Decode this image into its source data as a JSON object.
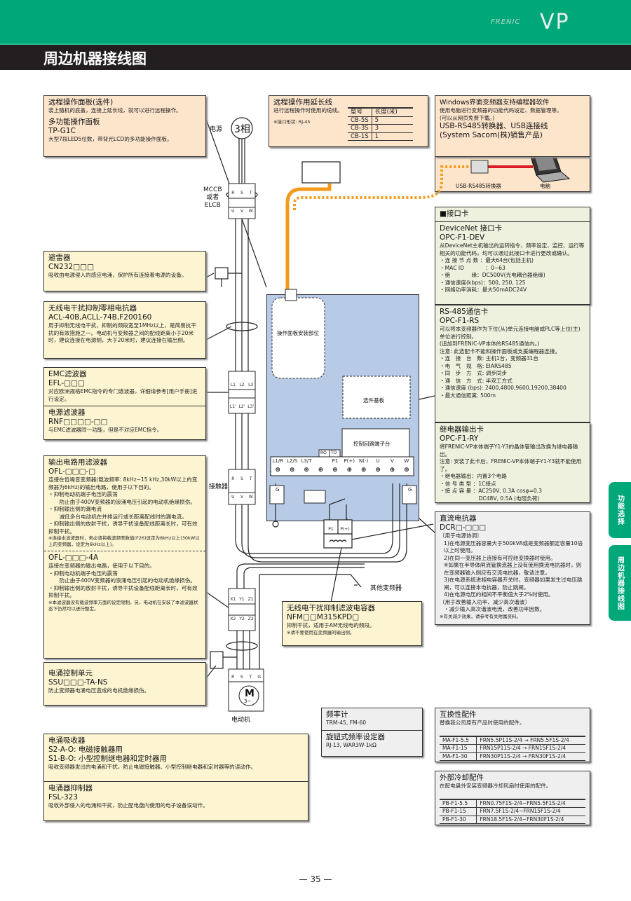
{
  "header": {
    "brand_small": "FRENIC",
    "brand_big": "VP",
    "title": "周边机器接线图",
    "accent_color": "#00a779"
  },
  "diagram": {
    "power_label": "电源",
    "phase_label": "3相",
    "mccb_label": [
      "MCCB",
      "或者",
      "ELCB"
    ],
    "contactor_label": "接触器",
    "mount_label": "操作面板安装部位",
    "option_board_label": "选件基板",
    "control_terminal_label": "控制回路端子台",
    "ro_label": "RO",
    "to_label": "TO",
    "main_terminals": [
      "L1/R",
      "L2/S",
      "L3/T",
      "",
      "P1",
      "P(+)",
      "N(-)",
      "U",
      "V",
      "W"
    ],
    "ground_label": "G",
    "rst_labels": [
      "R",
      "S",
      "T"
    ],
    "uvw_labels": [
      "U",
      "V",
      "W"
    ],
    "l_labels": [
      "L1",
      "L2",
      "L3"
    ],
    "l_out_labels": [
      "L1'",
      "L2'",
      "L3'"
    ],
    "xyz1_labels": [
      "X1",
      "Y1",
      "Z1"
    ],
    "xyz2_labels": [
      "X2",
      "Y2",
      "Z2"
    ],
    "motor_terminals": [
      "R",
      "S",
      "T",
      "G"
    ],
    "dcr_terminals": [
      "P1",
      "P(+)"
    ],
    "motor_symbol": "M",
    "motor_phase": "3~",
    "motor_label": "电动机",
    "other_inverter_label": "其他变频器",
    "usb_converter_label": "USB-RS485转换器",
    "pc_label": "电脑"
  },
  "boxes": {
    "remote_panel": {
      "title": "远程操作面板(选件)",
      "desc": "装上随机的底盖，连接上延长线，就可以进行远程操作。",
      "title2": "多功能操作面板",
      "model2": "TP-G1C",
      "desc2": "大型7段LED5位数，带背光LCD的多功能操作面板。"
    },
    "extension_cable": {
      "title": "远程操作用延长线",
      "desc": "进行远程操作时使用的缆线。",
      "note": "※接口形状: RJ-45",
      "headers": [
        "型号",
        "长度(米)"
      ],
      "rows": [
        [
          "CB-5S",
          "5"
        ],
        [
          "CB-3S",
          "3"
        ],
        [
          "CB-1S",
          "1"
        ]
      ]
    },
    "software": {
      "title": "Windows界面变频器支持编程器软件",
      "desc": "使用电脑进行变频器的功能代码设定、数据管理等。",
      "desc2": "(可以从网页免费下载。)",
      "title2": "USB-RS485转换器、USB连接线",
      "title3": "(System Sacom(株)销售产品)"
    },
    "interface_card": {
      "section": "■接口卡",
      "title": "DeviceNet 接口卡",
      "model": "OPC-F1-DEV",
      "desc": "从DeviceNet主机输出的运转指令、频率设定、监控、运行等相关的功能代码，均可以通过此接口卡进行更改或确认。",
      "specs": [
        "・连 接 节 点 数 ：最大64台(包括主机)",
        "・MAC ID　　　　：0~63",
        "・绝　　　　缘：DC500V(光电耦合器绝缘)",
        "・通信速度(kbps)：500, 250, 125",
        "・网络功率消耗：最大50mADC24V"
      ]
    },
    "rs485_card": {
      "title": "RS-485通信卡",
      "model": "OPC-F1-RS",
      "desc": "可以将本变频器作为下位(从)单元连接电脑或PLC等上位(主)单位进行控制。",
      "desc2": "(追加到FRENIC-VP本体的RS485通信内。)",
      "note": "注意: 此选配卡不能和操作面板或支援编程器连接。",
      "specs": [
        "・连　接　台　数: 主机1台，变频器31台",
        "・电　气　规　格: EIARS485",
        "・同　步　方　式: 调步同步",
        "・通　信　方　式: 半双工方式",
        "・通信速度 (bps): 2400,4800,9600,19200,38400",
        "・最大通信距离: 500m"
      ]
    },
    "relay_card": {
      "title": "继电器输出卡",
      "model": "OPC-F1-RY",
      "desc": "将FRENIC-VP本体端子Y1-Y3的晶体管输出改换为继电器输出。",
      "note": "注意: 安装了此卡后，FRENIC-VP本体端子Y1-Y3就不能使用了。",
      "specs": [
        "・继电器输出：内置3个电路",
        "・信 号 类 型 ：1C接点",
        "・接 点 容 量 ：AC250V, 0.3A cosφ=0.3",
        "　　　　　　　 DC48V, 0.5A (电阻负荷)"
      ]
    },
    "dc_reactor": {
      "title": "直流电抗器",
      "model": "DCR□-□□□",
      "items": [
        "〔用于电源协调〕",
        "1)在电源变压器容量大于500kVA或是变频器额定容量10倍以上时使用。",
        "2)在同一变压器上连接有可控硅变换器时使用。",
        "※如果在半导体闸流管换流器上没有使用换流电抗器时，则在变频器输入侧应有交流电抗器，敬请注意。",
        "3)在电源系统进相电容器开关时，变频器如果发生过电压跳闸，可以连接本电抗器，防止跳闸。",
        "4)在电源电压的相间不平衡值大于2%时使用。",
        "〔用于改善输入功率、减少高次谐波〕",
        "・减少输入高次谐波电流，改善功率因数。"
      ],
      "note": "※有关减少效果，请参考有关附属资料。"
    },
    "lightning": {
      "title": "避雷器",
      "model": "CN232□□□",
      "desc": "吸收由电源侵入的感应电涌，保护所有连接着电源的设备。"
    },
    "zero_phase": {
      "title": "无线电干扰抑制零相电抗器",
      "model": "ACL-40B,ACLL-74B,F200160",
      "desc": "用于抑制无线电干扰，抑制的频段宽至1MHz以上，是简易抗干扰的有效措施之一。电动机与变频器之间的配线距离小于20米时，建议连接在电源侧，大于20米时，建议连接在输出侧。"
    },
    "emc_filter": {
      "title": "EMC滤波器",
      "model": "EFL-□□□",
      "desc": "对应欧洲规格EMC指令的专门滤波器，详细请参考[用户手册]进行设定。",
      "title2": "电源滤波器",
      "model2": "RNF□□□□-□□",
      "desc2": "与EMC滤波器同一功能，但是不对应EMC指令。"
    },
    "output_filter": {
      "title": "输出电路用滤波器",
      "model": "OFL-□□□-□",
      "desc": "连接在低噪音变频器(载波频率: 8kHz~15 kHz,30kW以上的变频器为6kHz)的输出电路，使用于以下目的。",
      "items": [
        "・抑制电动机端子电压的震荡",
        "　防止由于400V变频器的浪涌电压引起的电动机绝缘损伤。",
        "・抑制输出侧的漏电流",
        "　减低多台电动机在并排运行或长距离配线时的漏电流。",
        "・抑制输出侧的放射干扰，诱导干扰设备配线距离长时，可有效抑制干扰。"
      ],
      "note": "※连接本滤波器时，务必请将载波频率数值(F26)设定为8kHz以上(30kW以上的变频器，设定为6kHz以上)。",
      "model2": "OFL-□□□-4A",
      "desc2": "连接在变频器的输出电路，使用于以下目的。",
      "items2": [
        "・抑制电动机端子电压的震荡",
        "　防止由于400V变频器的浪涌电压引起的电动机绝缘损伤。",
        "・抑制输出侧的放射干扰，诱导干扰设备配线距离长时，可有效抑制干扰。"
      ],
      "note2": "※本滤波器没有载波频率方面的设定限制。另，电动机在安装了本滤波器状态下仍然可以进行整定。"
    },
    "surge_control": {
      "title": "电涌控制单元",
      "model": "SSU□□□-TA-NS",
      "desc": "防止变频器电涌电压造成的电机绝缘损伤。"
    },
    "nfm": {
      "title": "无线电干扰抑制滤波电容器",
      "model": "NFM□□M315KPD□",
      "desc": "抑制干扰，适用于AM无线电的频段。",
      "note": "※请不要使用在变频器的输出侧。"
    },
    "surge_absorber": {
      "title": "电涌吸收器",
      "line1": "S2-A-O: 电磁接触器用",
      "line2": "S1-B-O: 小型控制继电器和定时器用",
      "desc": "吸收变频器发出的电涌和干扰，防止电磁接触器、小型控制继电器和定时器等的误动作。",
      "title2": "电涌器抑制器",
      "model2": "FSL-323",
      "desc2": "吸收外部侵入的电涌和干扰，防止配电盘内使用的电子设备误动作。"
    },
    "freq_meter": {
      "title": "频率计",
      "model": "TRM-45, FM-60",
      "title2": "旋钮式频率设定器",
      "model2": "RJ-13, WAR3W-1kΩ"
    },
    "compat": {
      "title": "互换性配件",
      "desc": "替换我公司原有产品时使用的配件。",
      "rows": [
        [
          "MA-F1-5.5",
          "FRN5.5P11S-2/4 → FRN5.5F1S-2/4"
        ],
        [
          "MA-F1-15",
          "FRN15P11S-2/4 → FRN15F1S-2/4"
        ],
        [
          "MA-F1-30",
          "FRN30P11S-2/4 → FRN30F1S-2/4"
        ]
      ]
    },
    "cooling": {
      "title": "外部冷却配件",
      "desc": "在配电盘外安装变频器冷却风扇时使用的配件。",
      "rows": [
        [
          "PB-F1-5.5",
          "FRN0.75F1S-2/4~FRN5.5F1S-2/4"
        ],
        [
          "PB-F1-15",
          "FRN7.5F1S-2/4~FRN15F1S-2/4"
        ],
        [
          "PB-F1-30",
          "FRN18.5F1S-2/4~FRN30F1S-2/4"
        ]
      ]
    }
  },
  "side_tabs": [
    "功能选择",
    "周边机器接线图"
  ],
  "page_number": "— 35 —"
}
